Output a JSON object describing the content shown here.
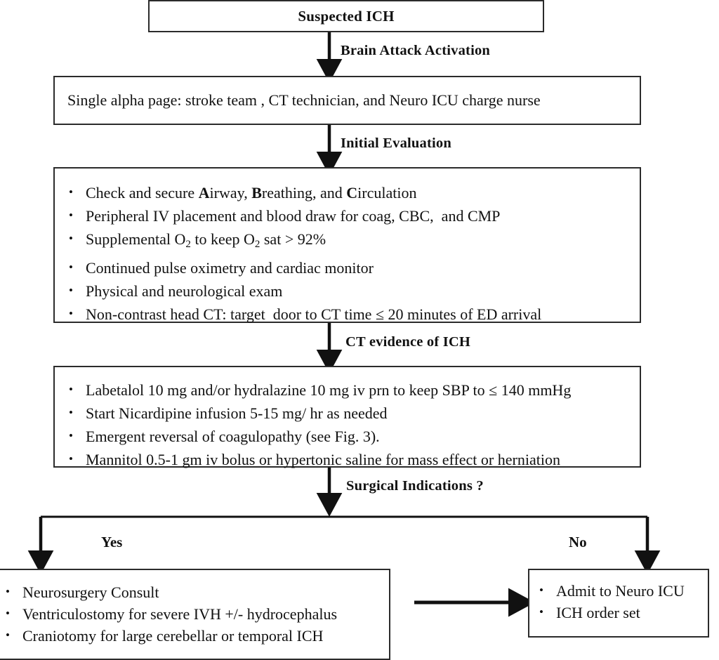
{
  "diagram": {
    "type": "clinical-flowchart",
    "title": "Suspected ICH management pathway",
    "nodes": {
      "suspected": {
        "label": "Suspected ICH"
      },
      "alpha_page": {
        "label": "Single alpha page: stroke team , CT technician, and Neuro ICU charge nurse"
      },
      "initial_evaluation": {
        "items": [
          "Check and secure Airway, Breathing, and Circulation",
          "Peripheral IV placement and blood draw for coag, CBC,  and CMP",
          "Supplemental O2 to keep O2 sat > 92%",
          "Continued pulse oximetry and cardiac monitor",
          "Physical and neurological exam",
          "Non-contrast head CT: target  door to CT time ≤ 20 minutes of ED arrival"
        ]
      },
      "treatment": {
        "items": [
          "Labetalol 10 mg and/or hydralazine 10 mg iv prn to keep SBP to ≤ 140 mmHg",
          "Start Nicardipine infusion 5-15 mg/ hr as needed",
          "Emergent reversal of coagulopathy (see Fig. 3).",
          "Mannitol 0.5-1 gm iv bolus or hypertonic saline for mass effect or herniation"
        ]
      },
      "surgical": {
        "items": [
          "Neurosurgery Consult",
          "Ventriculostomy for severe IVH +/- hydrocephalus",
          "Craniotomy for large cerebellar or temporal ICH"
        ]
      },
      "admit": {
        "items": [
          "Admit to Neuro ICU",
          "ICH order set"
        ]
      }
    },
    "edges": {
      "brain_attack": "Brain Attack Activation",
      "initial_evaluation": "Initial Evaluation",
      "ct_evidence": "CT evidence of ICH",
      "surgical_indications": "Surgical Indications ?",
      "branch_yes": "Yes",
      "branch_no": "No"
    },
    "colors": {
      "line": "#2b2b2b",
      "text": "#111111",
      "background": "#ffffff"
    }
  }
}
